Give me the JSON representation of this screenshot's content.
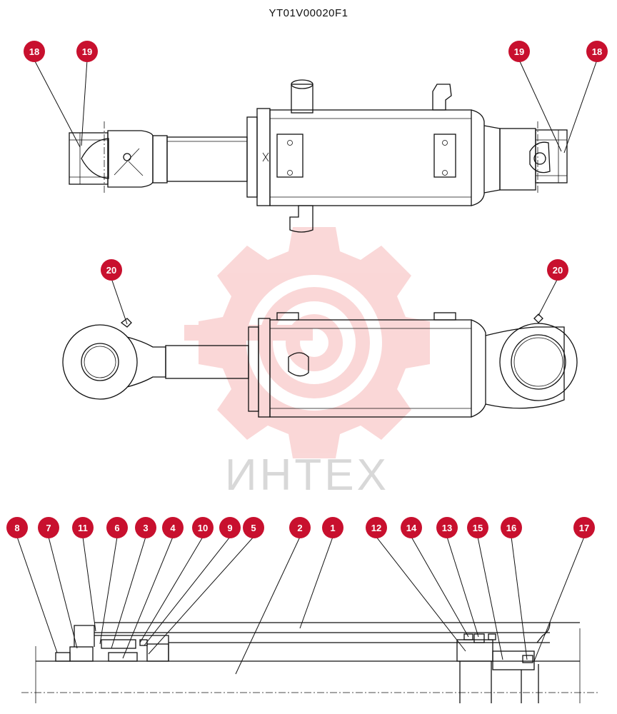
{
  "drawing": {
    "part_number": "YT01V00020F1",
    "watermark_text": "ИНТЕХ",
    "colors": {
      "callout": "#c8102e",
      "watermark": "#f6b8b8",
      "line": "#111111"
    }
  },
  "callouts": [
    {
      "id": "c18a",
      "label": "18"
    },
    {
      "id": "c19a",
      "label": "19"
    },
    {
      "id": "c19b",
      "label": "19"
    },
    {
      "id": "c18b",
      "label": "18"
    },
    {
      "id": "c20a",
      "label": "20"
    },
    {
      "id": "c20b",
      "label": "20"
    },
    {
      "id": "c8",
      "label": "8"
    },
    {
      "id": "c7",
      "label": "7"
    },
    {
      "id": "c11",
      "label": "11"
    },
    {
      "id": "c6",
      "label": "6"
    },
    {
      "id": "c3",
      "label": "3"
    },
    {
      "id": "c4",
      "label": "4"
    },
    {
      "id": "c10",
      "label": "10"
    },
    {
      "id": "c9",
      "label": "9"
    },
    {
      "id": "c5",
      "label": "5"
    },
    {
      "id": "c2",
      "label": "2"
    },
    {
      "id": "c1",
      "label": "1"
    },
    {
      "id": "c12",
      "label": "12"
    },
    {
      "id": "c14",
      "label": "14"
    },
    {
      "id": "c13",
      "label": "13"
    },
    {
      "id": "c15",
      "label": "15"
    },
    {
      "id": "c16",
      "label": "16"
    },
    {
      "id": "c17",
      "label": "17"
    }
  ]
}
